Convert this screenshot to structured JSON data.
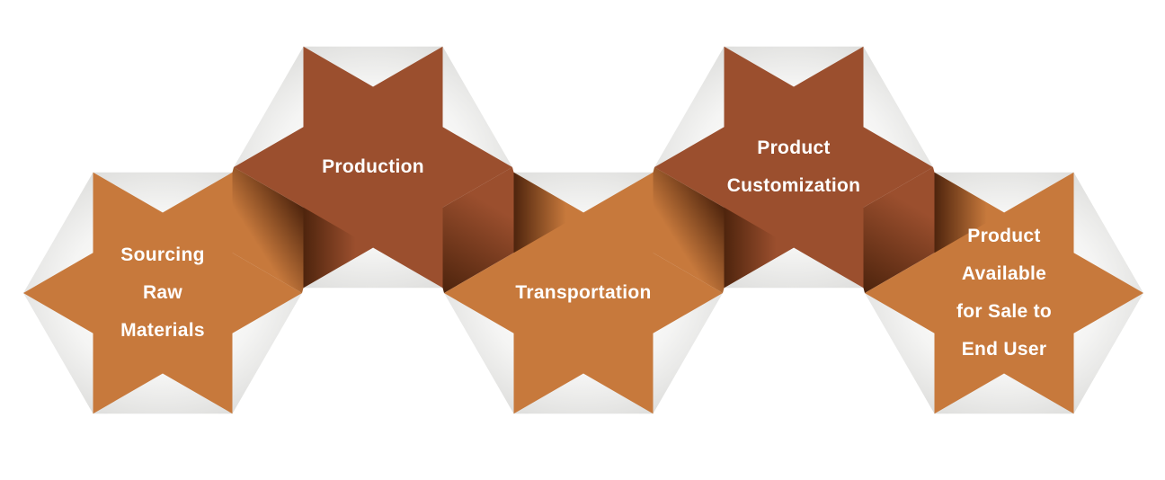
{
  "diagram": {
    "steps": [
      {
        "id": "sourcing-raw-materials",
        "label_lines": [
          "Sourcing",
          "Raw",
          "Materials"
        ],
        "color": "orange",
        "row": "lower"
      },
      {
        "id": "production",
        "label_lines": [
          "Production"
        ],
        "color": "brown",
        "row": "upper"
      },
      {
        "id": "transportation",
        "label_lines": [
          "Transportation"
        ],
        "color": "orange",
        "row": "lower"
      },
      {
        "id": "product-customization",
        "label_lines": [
          "Product",
          "Customization"
        ],
        "color": "brown",
        "row": "upper"
      },
      {
        "id": "product-available-for-sale-to-end-user",
        "label_lines": [
          "Product",
          "Available",
          "for Sale to",
          "End User"
        ],
        "color": "orange",
        "row": "lower"
      }
    ],
    "colors": {
      "orange": "#C7793C",
      "brown": "#9B4F2E",
      "fold_dark": "#4E240D",
      "hexagon_center": "#FEFEFE",
      "hexagon_mid": "#F5F5F4",
      "hexagon_edge": "#D8D8D6",
      "label_text": "#FFFFFF",
      "background": "#FFFFFF"
    }
  }
}
